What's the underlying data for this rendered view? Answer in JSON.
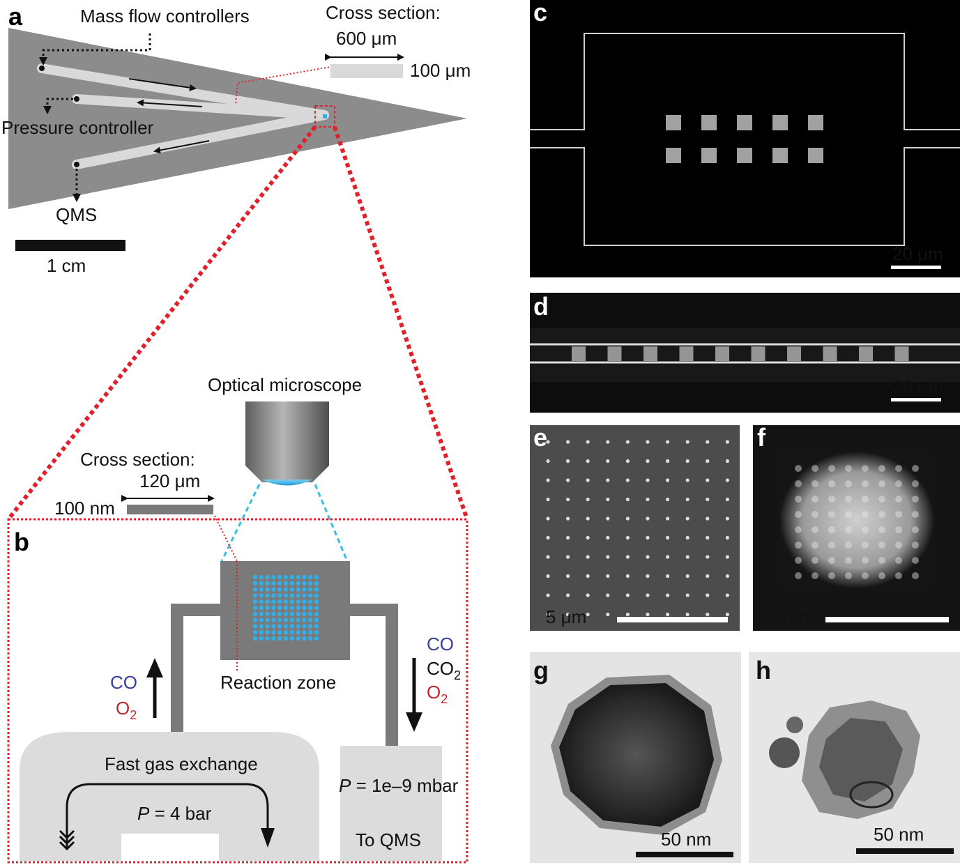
{
  "panel_a": {
    "letter": "a",
    "mass_flow": "Mass flow controllers",
    "pressure_ctrl": "Pressure controller",
    "qms": "QMS",
    "cross_section": "Cross section:",
    "width": "600 μm",
    "height": "100 μm",
    "scale": "1 cm"
  },
  "panel_b": {
    "letter": "b",
    "microscope": "Optical microscope",
    "cross_section": "Cross section:",
    "width": "120 μm",
    "height": "100 nm",
    "reaction_zone": "Reaction zone",
    "in_gas": {
      "co": "CO",
      "o2": "O",
      "o2_sub": "2"
    },
    "out_gas": {
      "co": "CO",
      "co2": "CO",
      "co2_sub": "2",
      "o2": "O",
      "o2_sub": "2"
    },
    "fast_gas": "Fast gas exchange",
    "p_left": {
      "symbol": "P",
      "value": " = 4 bar"
    },
    "p_right": {
      "symbol": "P",
      "value": " = 1e–9 mbar"
    },
    "to_qms": "To QMS"
  },
  "panel_c": {
    "letter": "c",
    "scale": "20 μm"
  },
  "panel_d": {
    "letter": "d",
    "scale": "20 μm"
  },
  "panel_e": {
    "letter": "e",
    "scale": "5 μm"
  },
  "panel_f": {
    "letter": "f",
    "scale": "8 μm"
  },
  "panel_g": {
    "letter": "g",
    "scale": "50 nm"
  },
  "panel_h": {
    "letter": "h",
    "scale": "50 nm"
  },
  "colors": {
    "chip": "#8c8c8c",
    "channel": "#d9d9d9",
    "dashed_red": "#e0212b",
    "dot_blue": "#33aee6",
    "body_gray": "#7a7a7a",
    "light_gray": "#dcdcdc"
  }
}
